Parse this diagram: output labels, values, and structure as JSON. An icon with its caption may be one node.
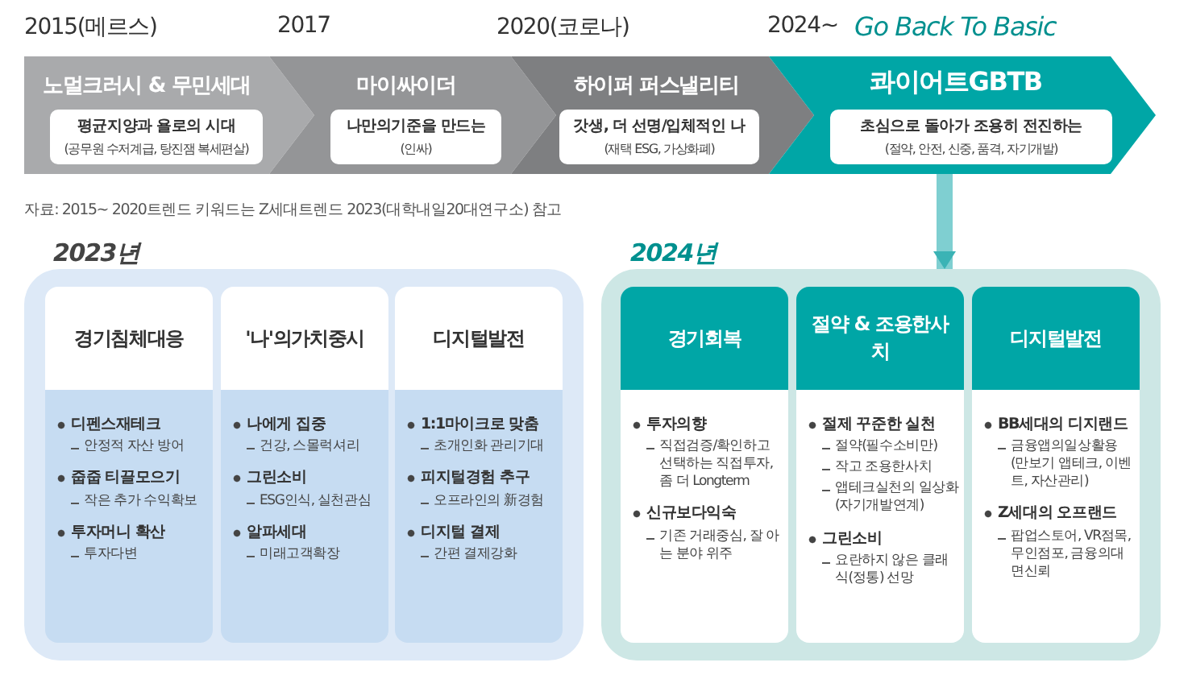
{
  "diagram": {
    "nodes": [
      {
        "text": [
          "노멀크러시 & 무민세대"
        ]
      },
      {
        "text": [
          "평균지양과 욜로의 시대",
          "(공무원 수저계급, 탕진잼 복세편살)"
        ],
        "in": 0
      },
      {
        "text": [
          "마이싸이더"
        ]
      },
      {
        "text": [
          "나만의기준을 만드는",
          "(인싸)"
        ],
        "in": 2
      },
      {
        "text": [
          "하이퍼 퍼스낼리티"
        ]
      },
      {
        "text": [
          "갓생, 더 선명/입체적인 나",
          "(재택 ESG, 가상화폐)"
        ],
        "in": 4
      },
      {
        "text": [
          "콰이어트GBTB"
        ]
      },
      {
        "text": [
          "초심으로 돌아가 조용히 전진하는",
          "(절약, 안전, 신중, 품격, 자기개발)"
        ],
        "in": 6
      },
      {
        "text": [
          "2023년"
        ]
      },
      {
        "text": [
          "경기침체대응",
          "디펜스재테크",
          "안정적 자산 방어",
          "줍줍 티끌모으기",
          "작은 추가 수익확보",
          "투자머니 확산",
          "투자다변"
        ],
        "in": 8
      },
      {
        "text": [
          "'나'의가치중시",
          "나에게 집중",
          "건강, 스몰럭셔리",
          "그린소비",
          "ESG인식, 실천관심",
          "알파세대",
          "미래고객확장"
        ],
        "in": 8
      },
      {
        "text": [
          "디지털발전",
          "1:1마이크로 맞춤",
          "초개인화 관리기대",
          "피지털경험 추구",
          "오프라인의 新경험",
          "디지털 결제",
          "간편 결제강화"
        ],
        "in": 8
      },
      {
        "text": [
          "2024년"
        ]
      },
      {
        "text": [
          "경기회복",
          "투자의향",
          "직접검증/확인하고 선택하는 직접투자, 좀 더 Longterm",
          "신규보다익숙",
          "기존 거래중심, 잘 아는 분야 위주"
        ],
        "in": 12
      },
      {
        "text": [
          "절약 & 조용한사치",
          "절제 꾸준한 실천",
          "절약(필수소비만)",
          "작고 조용한사치",
          "앱테크실천의 일상화 (자기개발연계)",
          "그린소비",
          "요란하지 않은 클래식(정통) 선망"
        ],
        "in": 12
      },
      {
        "text": [
          "디지털발전",
          "BB세대의 디지랜드",
          "금융앱의일상활용 (만보기 앱테크, 이벤트, 자산관리)",
          "Z세대의 오프랜드",
          "팝업스토어, VR점목, 무인점포, 금융의대면신뢰"
        ],
        "in": 12
      }
    ],
    "edges": [
      {
        "from": 6,
        "to": 12,
        "arrow": "to"
      }
    ],
    "labels": [
      "2015(메르스)",
      "2017",
      "2020(코로나)",
      "2024~",
      "Go Back To Basic",
      "자료: 2015~ 2020트렌드 키워드는 Z세대트렌드 2023(대학내일20대연구소) 참고"
    ]
  }
}
